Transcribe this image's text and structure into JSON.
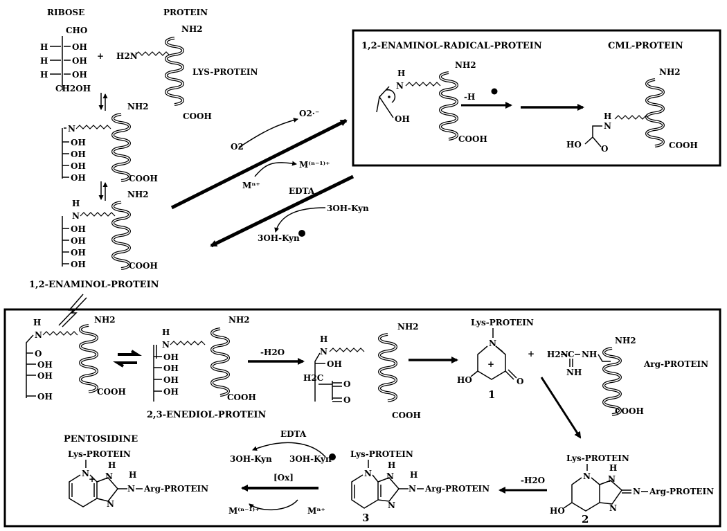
{
  "labels": {
    "ribose": "RIBOSE",
    "protein": "PROTEIN",
    "lys_protein": "LYS-PROTEIN",
    "enaminol_protein": "1,2-ENAMINOL-PROTEIN",
    "enaminol_radical_protein": "1,2-ENAMINOL-RADICAL-PROTEIN",
    "cml_protein": "CML-PROTEIN",
    "enediol_protein": "2,3-ENEDIOL-PROTEIN",
    "arg_protein": "Arg-PROTEIN",
    "pentosidine": "PENTOSIDINE",
    "lys_protein_sub": "Lys-PROTEIN",
    "arg_protein_sub": "Arg-PROTEIN"
  },
  "groups": {
    "cho": "CHO",
    "oh": "OH",
    "h": "H",
    "ch2oh": "CH2OH",
    "nh2": "NH2",
    "h2n": "H2N",
    "cooh": "COOH",
    "n": "N",
    "o": "O",
    "ho": "HO",
    "nh": "NH",
    "c": "C",
    "h2c": "H2C"
  },
  "reagents": {
    "o2": "O2",
    "o2_minus": "O2·⁻",
    "m_n": "Mⁿ⁺",
    "m_n1": "M⁽ⁿ⁻¹⁾⁺",
    "edta": "EDTA",
    "oh_kyn": "3OH-Kyn",
    "oh_kyn_radical": "3OH-Kyn",
    "minus_h": "-H",
    "minus_h2o": "-H2O",
    "ox": "[Ox]"
  },
  "compound_numbers": {
    "c1": "1",
    "c2": "2",
    "c3": "3"
  }
}
